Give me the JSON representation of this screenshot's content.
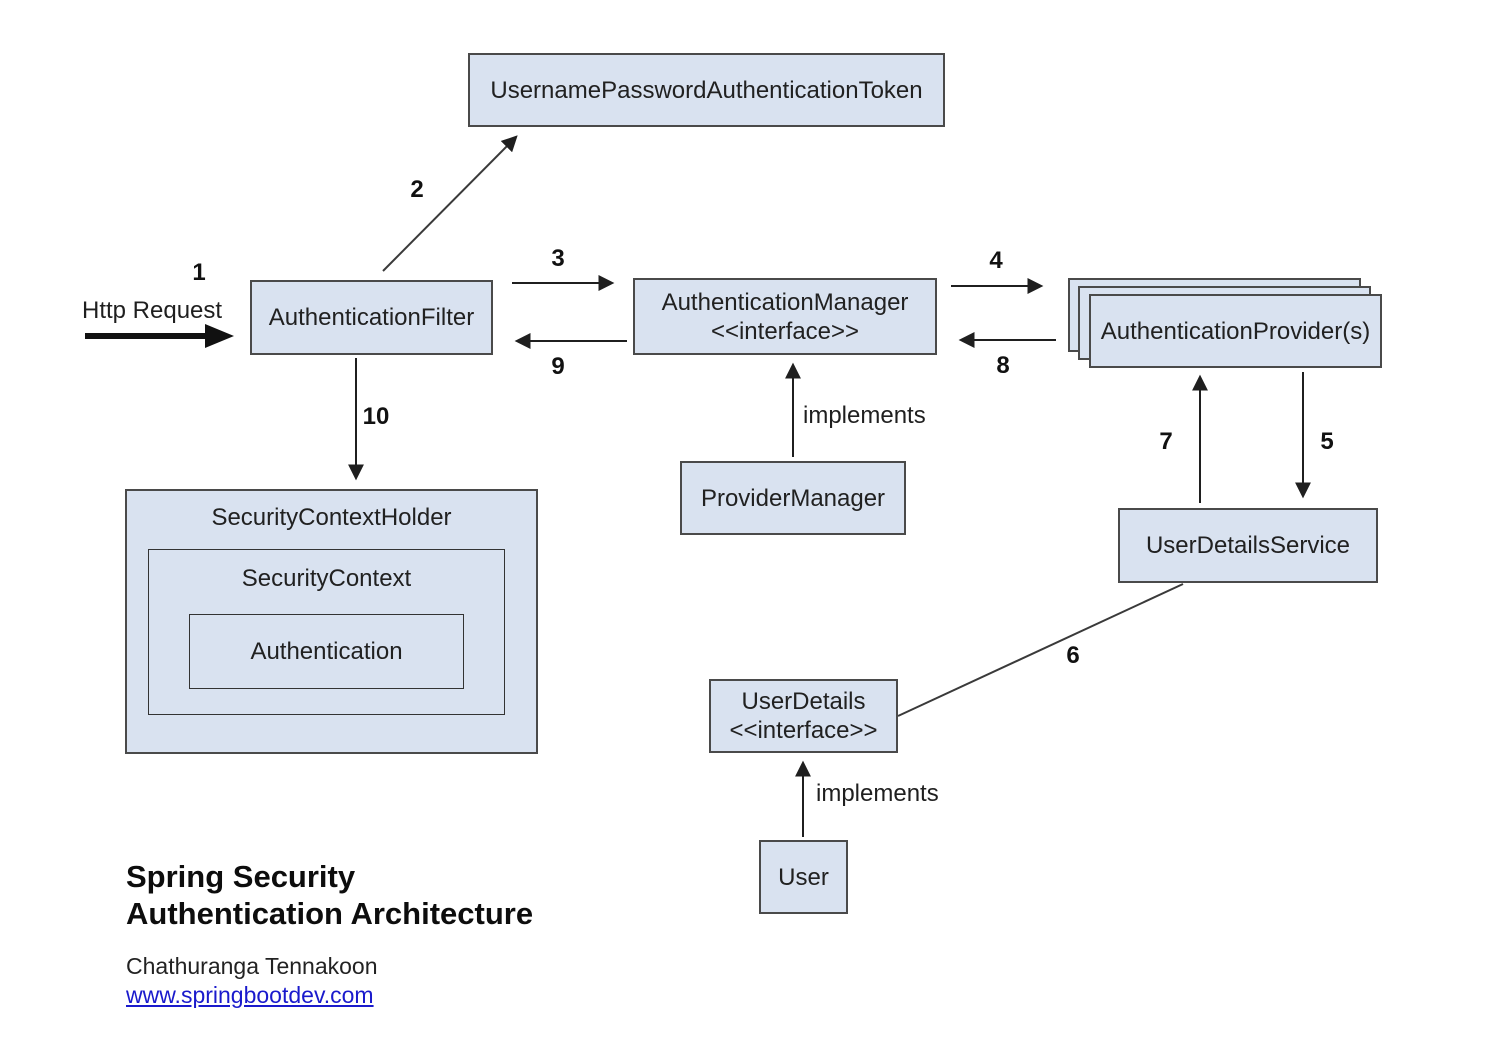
{
  "diagram": {
    "nodes": {
      "token": {
        "label": "UsernamePasswordAuthenticationToken"
      },
      "filter": {
        "label": "AuthenticationFilter"
      },
      "manager": {
        "label": "AuthenticationManager",
        "stereotype": "<<interface>>"
      },
      "providers": {
        "label": "AuthenticationProvider(s)"
      },
      "provider_manager": {
        "label": "ProviderManager"
      },
      "user_details_service": {
        "label": "UserDetailsService"
      },
      "user_details": {
        "label": "UserDetails",
        "stereotype": "<<interface>>"
      },
      "user": {
        "label": "User"
      },
      "security_context_holder": {
        "label": "SecurityContextHolder"
      },
      "security_context": {
        "label": "SecurityContext"
      },
      "authentication": {
        "label": "Authentication"
      }
    },
    "edges": {
      "step1": "1",
      "step2": "2",
      "step3": "3",
      "step4": "4",
      "step5": "5",
      "step6": "6",
      "step7": "7",
      "step8": "8",
      "step9": "9",
      "step10": "10",
      "implements_provider_manager": "implements",
      "implements_user": "implements"
    },
    "http_request_label": "Http Request",
    "footer": {
      "title_line1": "Spring Security",
      "title_line2": "Authentication Architecture",
      "author": "Chathuranga Tennakoon",
      "website": "www.springbootdev.com"
    },
    "colors": {
      "box_fill": "#d9e2f0",
      "box_border": "#4a4a4a",
      "link": "#1a1acc"
    }
  }
}
